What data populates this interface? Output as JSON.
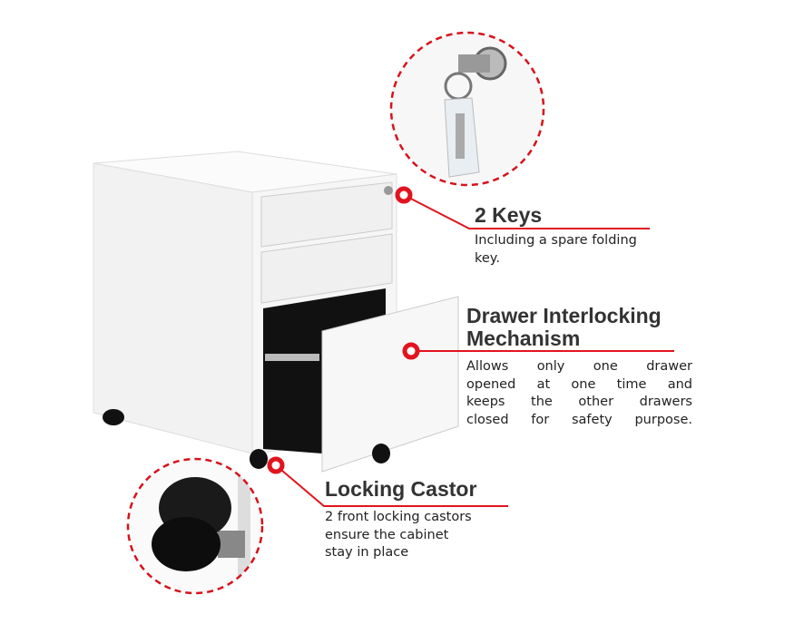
{
  "colors": {
    "accent": "#e1141e",
    "text": "#333333",
    "cabinet": "#f4f4f4",
    "interior": "#111111"
  },
  "features": [
    {
      "title": "2 Keys",
      "desc": "Including a spare folding key."
    },
    {
      "title_line1": "Drawer Interlocking",
      "title_line2": "Mechanism",
      "desc_lines": [
        "Allows only one drawer",
        "opened at one time and",
        "keeps the other drawers",
        "closed for safety purpose."
      ]
    },
    {
      "title": "Locking Castor",
      "desc_lines": [
        "2 front locking castors",
        "ensure the cabinet",
        "stay in place"
      ]
    }
  ]
}
